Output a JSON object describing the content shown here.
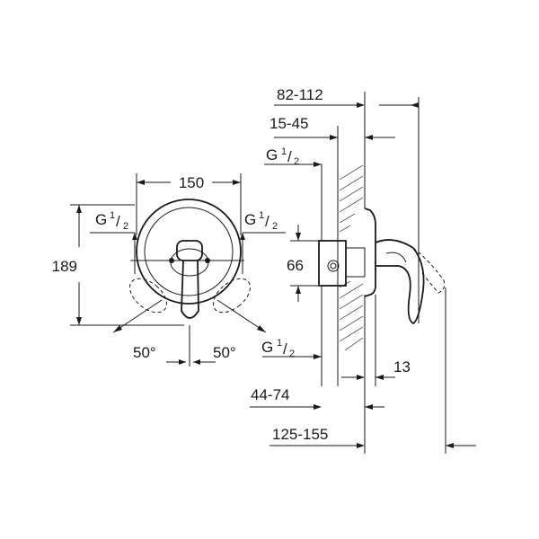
{
  "front_view": {
    "width_label": "150",
    "height_label": "189",
    "connection_left": {
      "main": "G",
      "num": "1",
      "den": "2"
    },
    "connection_right": {
      "main": "G",
      "num": "1",
      "den": "2"
    },
    "angle_left": "50°",
    "angle_right": "50°"
  },
  "side_view": {
    "top_range_label": "82-112",
    "depth_range_label": "15-45",
    "connection_top": {
      "main": "G",
      "num": "1",
      "den": "2"
    },
    "body_height_label": "66",
    "connection_bottom": {
      "main": "G",
      "num": "1",
      "den": "2"
    },
    "plate_label": "13",
    "depth_bottom_label": "44-74",
    "total_range_label": "125-155"
  }
}
